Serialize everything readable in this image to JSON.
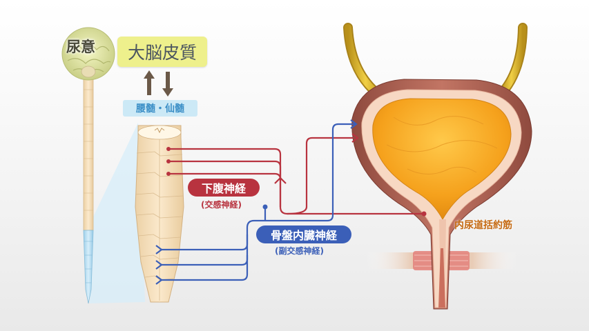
{
  "brain": {
    "label": "尿意"
  },
  "cortex": {
    "label": "大脳皮質"
  },
  "spinal_level": {
    "label": "腰髄・仙髄"
  },
  "nerves": {
    "hypogastric": {
      "name": "下腹神経",
      "sub": "(交感神経)",
      "color": "#b8333f"
    },
    "pelvic": {
      "name": "骨盤内臓神経",
      "sub": "(副交感神経)",
      "color": "#3b5fb8"
    }
  },
  "sphincter": {
    "label": "内尿道括約筋"
  },
  "colors": {
    "urine": "#f5a623",
    "bladder_wall": "#a0584a",
    "ureter": "#d7b12a",
    "spinal_cord": "#f3dcb6"
  }
}
